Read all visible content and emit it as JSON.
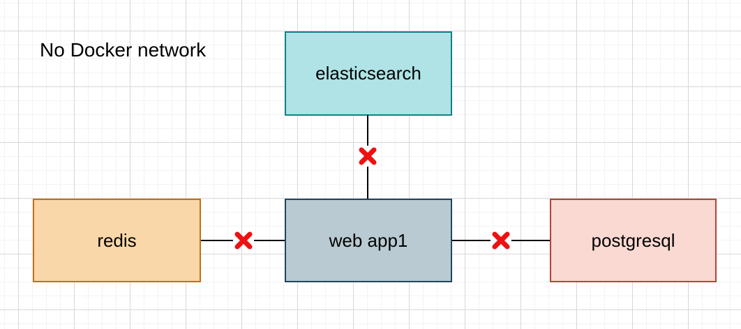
{
  "diagram": {
    "title": "No Docker network",
    "nodes": [
      {
        "id": "elasticsearch",
        "label": "elasticsearch",
        "fill": "#b0e3e6",
        "stroke": "#0e8088"
      },
      {
        "id": "redis",
        "label": "redis",
        "fill": "#fad7a9",
        "stroke": "#c07014"
      },
      {
        "id": "web-app1",
        "label": "web app1",
        "fill": "#b9cad2",
        "stroke": "#23445d"
      },
      {
        "id": "postgresql",
        "label": "postgresql",
        "fill": "#fad9d3",
        "stroke": "#b04538"
      }
    ],
    "connections": [
      {
        "from": "elasticsearch",
        "to": "web app1",
        "status": "broken"
      },
      {
        "from": "redis",
        "to": "web app1",
        "status": "broken"
      },
      {
        "from": "web app1",
        "to": "postgresql",
        "status": "broken"
      }
    ],
    "marker": {
      "name": "red-x",
      "color": "#ee1111"
    },
    "canvas": {
      "background": "#ffffff",
      "grid_minor_color": "#f3f3f3",
      "grid_major_color": "#d7d7d7",
      "connector_color": "#000000",
      "text_color": "#000000"
    }
  }
}
